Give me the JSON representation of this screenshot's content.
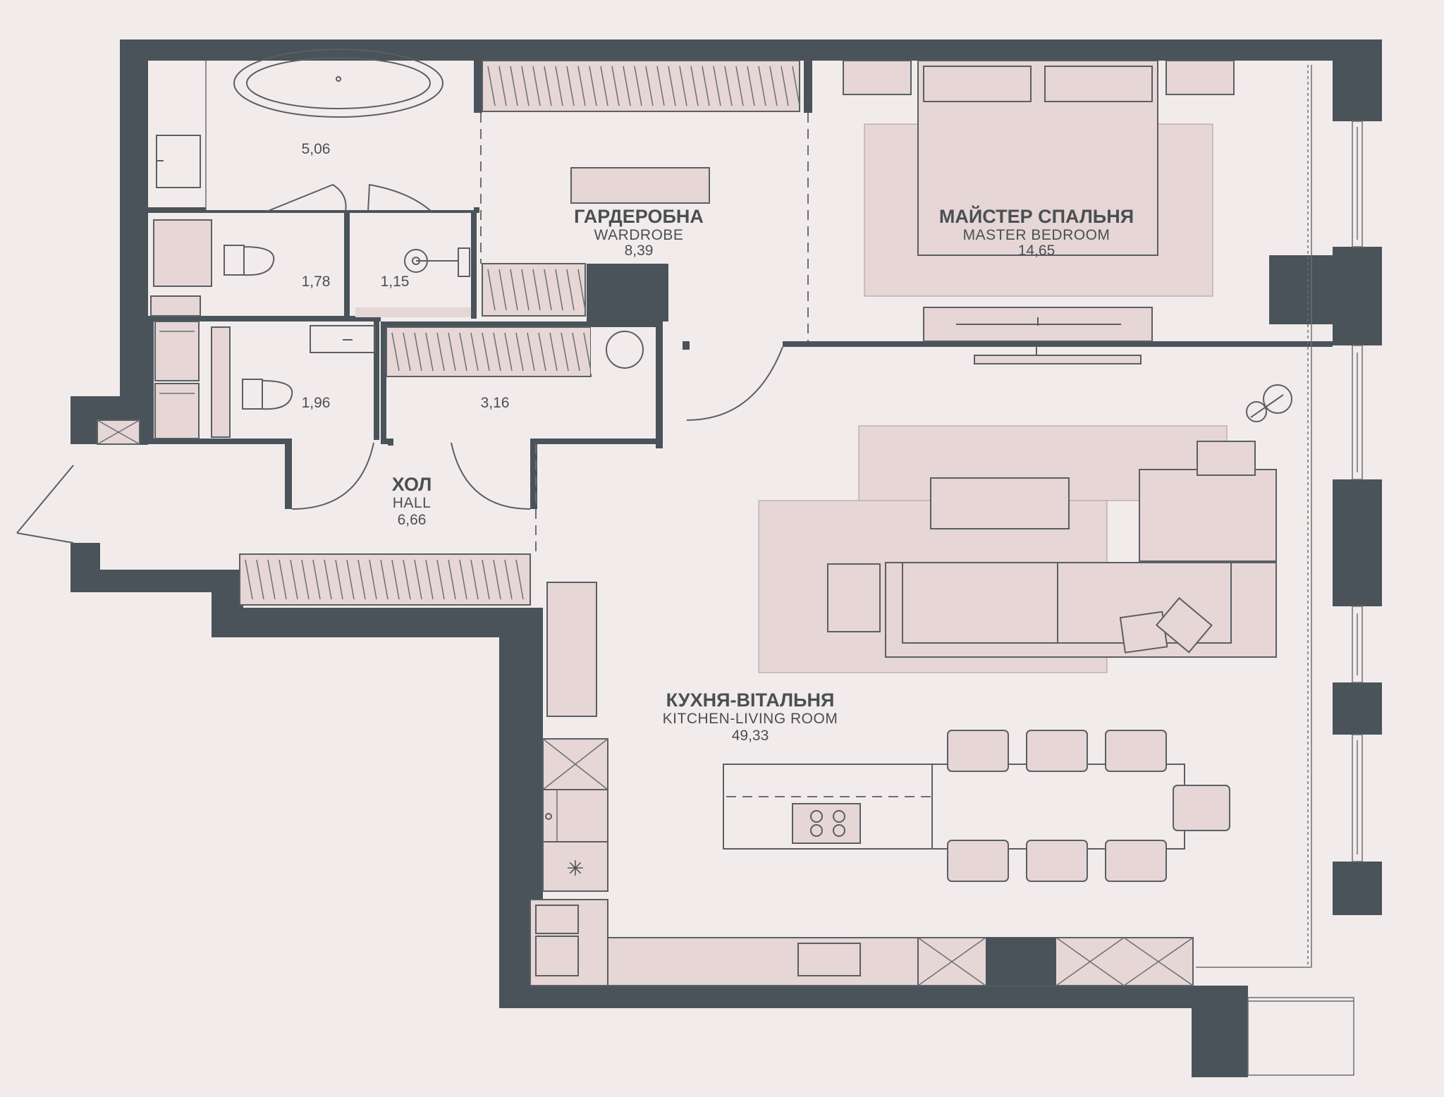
{
  "rooms": [
    {
      "id": "wardrobe",
      "title": "ГАРДЕРОБНА",
      "subtitle": "WARDROBE",
      "area": "8,39"
    },
    {
      "id": "master-bedroom",
      "title": "МАЙСТЕР СПАЛЬНЯ",
      "subtitle": "MASTER BEDROOM",
      "area": "14,65"
    },
    {
      "id": "hall",
      "title": "ХОЛ",
      "subtitle": "HALL",
      "area": "6,66"
    },
    {
      "id": "kitchen-living",
      "title": "КУХНЯ-ВІТАЛЬНЯ",
      "subtitle": "KITCHEN-LIVING ROOM",
      "area": "49,33"
    }
  ],
  "areas": {
    "bathroom": "5,06",
    "wc_1": "1,78",
    "shower": "1,15",
    "wc_2": "1,96",
    "storage": "3,16"
  },
  "colors": {
    "wall": "#4a535a",
    "furniture": "#e6d6d6",
    "floor": "#f1eceb",
    "line": "#5a5f63"
  }
}
